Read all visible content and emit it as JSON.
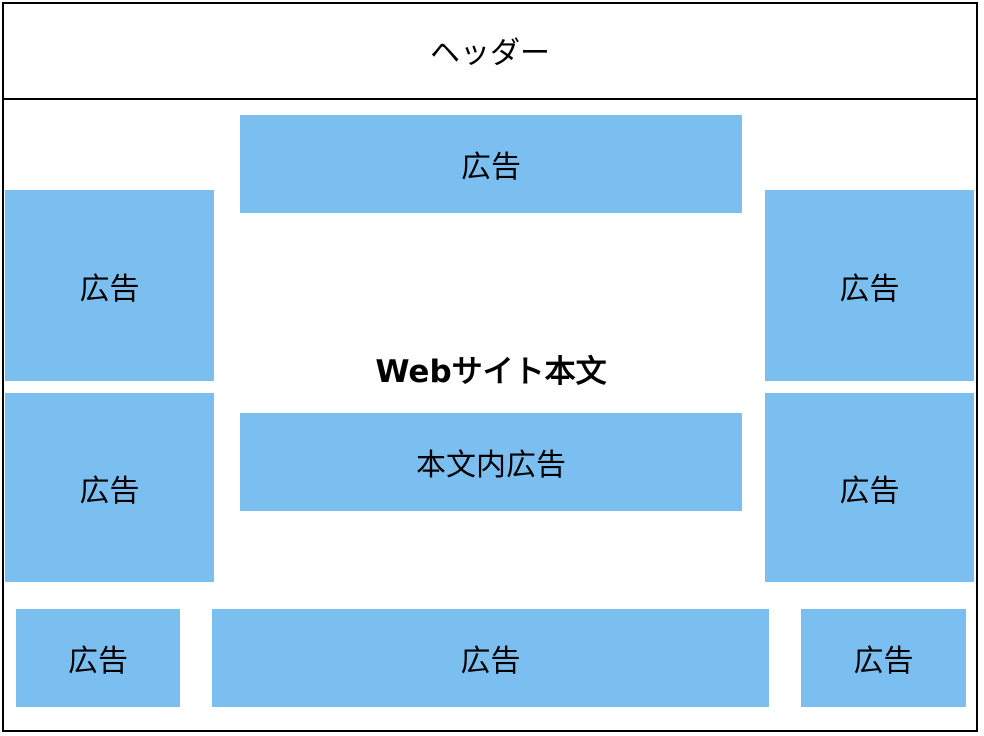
{
  "header": {
    "label": "ヘッダー"
  },
  "main": {
    "label": "Webサイト本文"
  },
  "ads": {
    "top": "広告",
    "left_upper": "広告",
    "left_lower": "広告",
    "right_upper": "広告",
    "right_lower": "広告",
    "in_content": "本文内広告",
    "bottom_left": "広告",
    "bottom_center": "広告",
    "bottom_right": "広告"
  },
  "colors": {
    "ad_fill": "#7bbff1",
    "border": "#000000",
    "background": "#ffffff"
  }
}
